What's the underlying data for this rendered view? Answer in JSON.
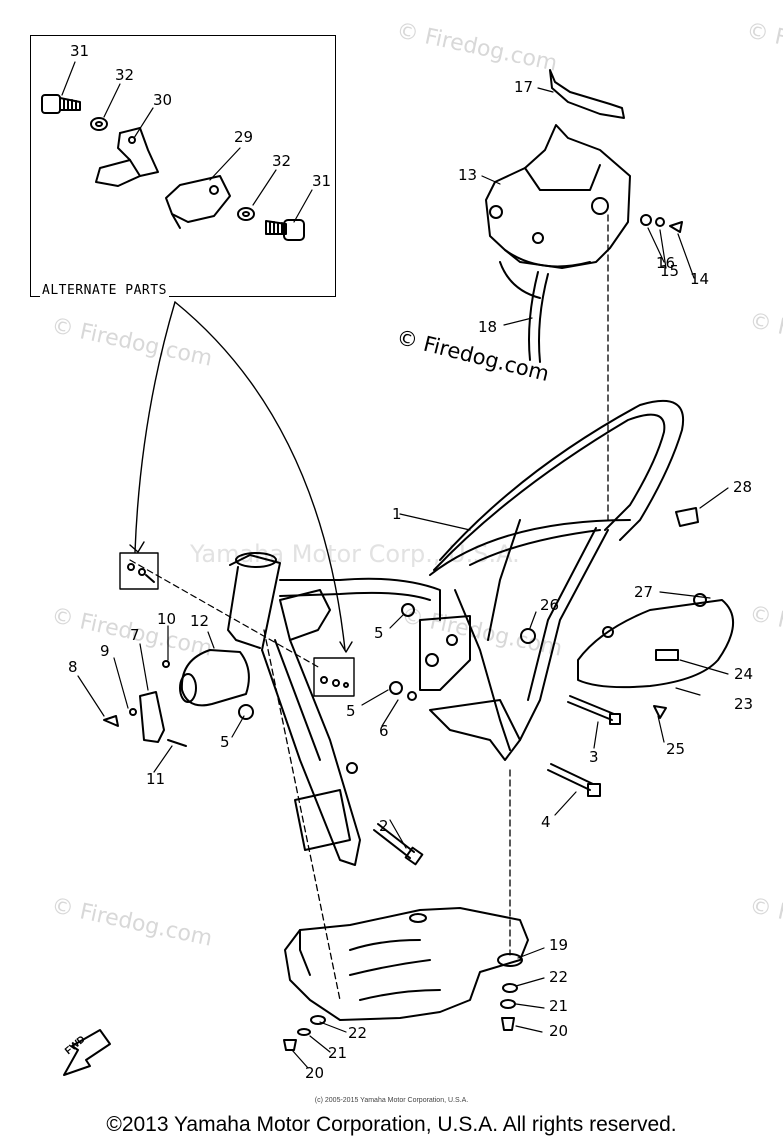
{
  "watermarks": [
    "© Firedog.com",
    "© Firedog.com",
    "© Firedog.com",
    "© Firedog.com",
    "© Firedog.com",
    "© Firedog.com",
    "© Firedog.com",
    "© Firedog.com",
    "© Firedog.com"
  ],
  "center_watermark": "© Firedog.com",
  "faint_watermark": "Yamaha Motor Corp., U.S.A.",
  "alternate_parts": {
    "title": "ALTERNATE PARTS",
    "callouts": [
      "31",
      "32",
      "30",
      "29",
      "32",
      "31"
    ]
  },
  "callouts": [
    "17",
    "13",
    "16",
    "15",
    "14",
    "18",
    "1",
    "28",
    "27",
    "26",
    "24",
    "23",
    "25",
    "5",
    "5",
    "5",
    "6",
    "3",
    "4",
    "2",
    "12",
    "10",
    "7",
    "9",
    "8",
    "11",
    "19",
    "22",
    "21",
    "20",
    "22",
    "21",
    "20"
  ],
  "fwd_label": "FWD",
  "small_copyright": "(c) 2005-2015 Yamaha Motor Corporation, U.S.A.",
  "footer": "©2013 Yamaha Motor Corporation, U.S.A. All rights reserved."
}
